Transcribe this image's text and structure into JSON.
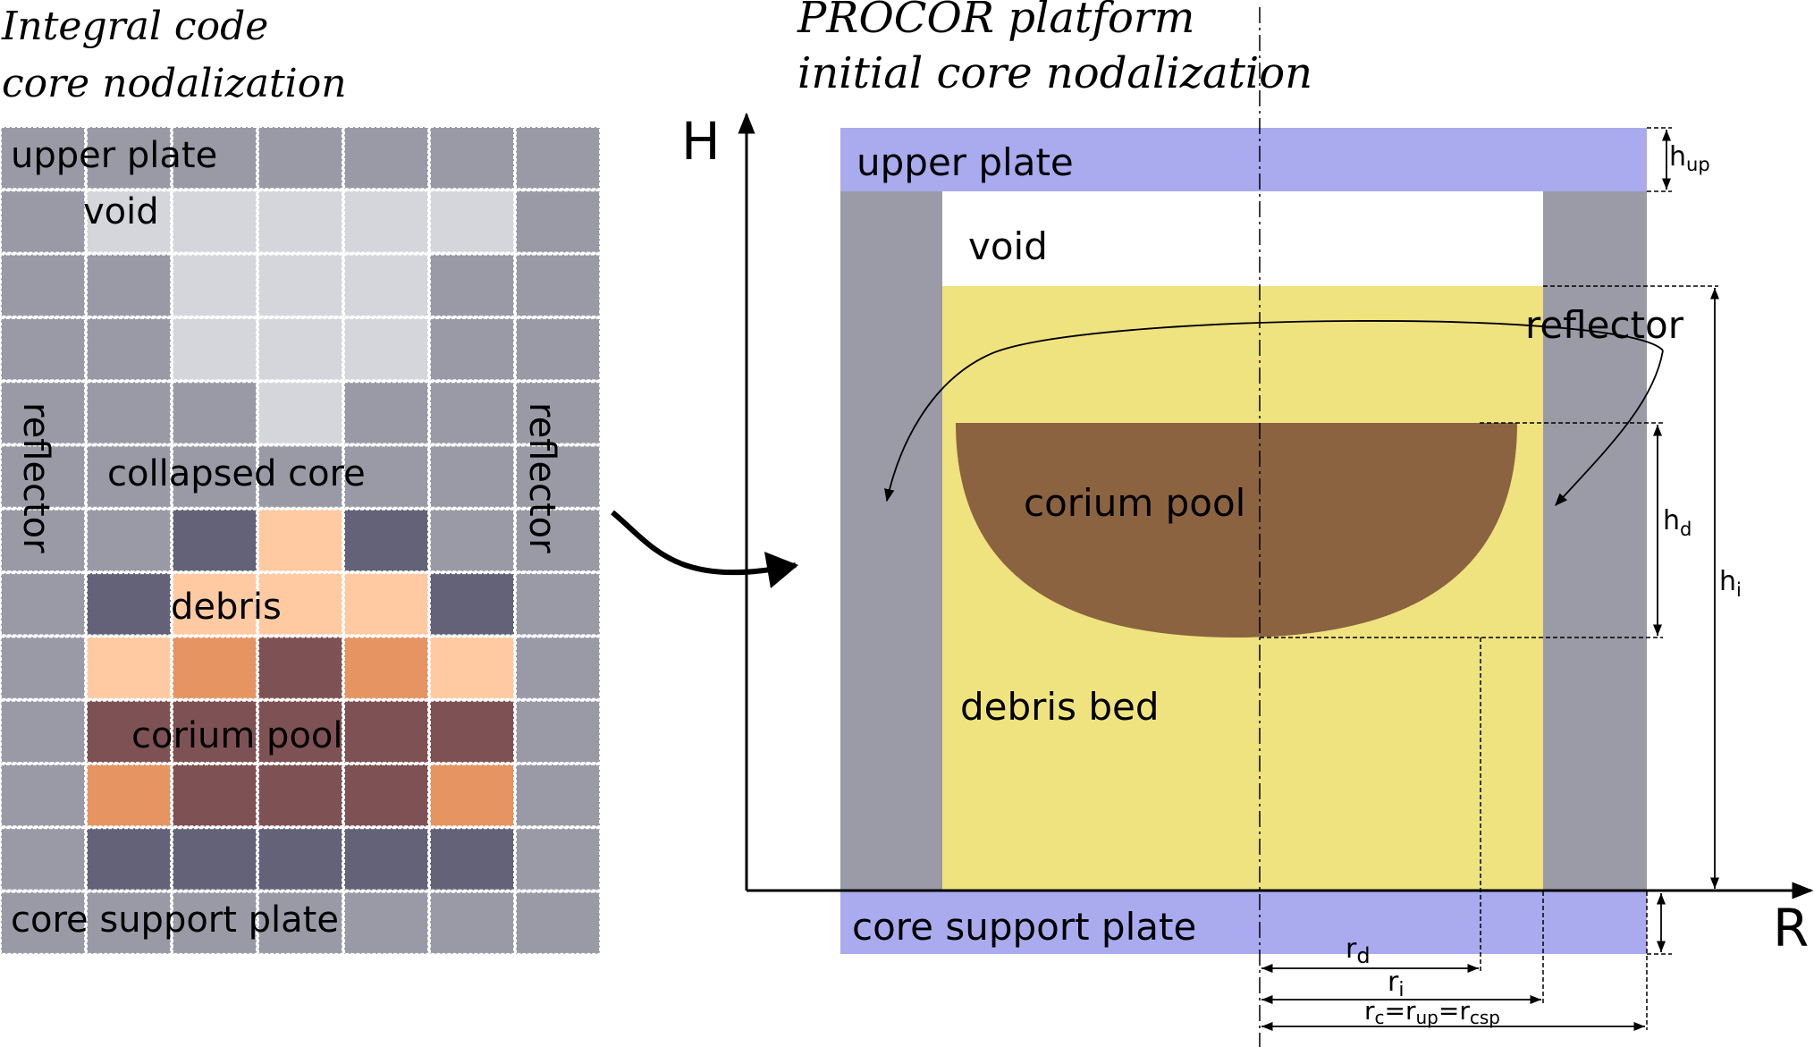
{
  "left_panel": {
    "title_line1": "Integral code",
    "title_line2": "core nodalization",
    "labels": {
      "upper_plate": "upper plate",
      "void": "void",
      "reflector_left": "reflector",
      "reflector_right": "reflector",
      "collapsed_core": "collapsed core",
      "debris": "debris",
      "corium_pool": "corium pool",
      "core_support_plate": "core support plate"
    },
    "cell_colors": {
      "R": "#999aa6",
      "V": "#d5d6dc",
      "N": "#636278",
      "P": "#ffcaa2",
      "O": "#e59462",
      "B": "#7e5254"
    },
    "grid": [
      "RRRRRRR",
      "RVVVVVR",
      "RRVVVRR",
      "RRVVVRR",
      "RRRVRRR",
      "RRRRRRR",
      "RRNPNRR",
      "RNPPPNR",
      "RPOBOPR",
      "RBBBBBR",
      "ROBBBOR",
      "RNNNNNR",
      "RRRRRRR"
    ]
  },
  "right_panel": {
    "title_line1": "PROCOR platform",
    "title_line2": "initial core nodalization",
    "axis": {
      "h_label": "H",
      "r_label": "R"
    },
    "labels": {
      "upper_plate": "upper plate",
      "void": "void",
      "reflector": "reflector",
      "corium_pool": "corium pool",
      "debris_bed": "debris bed",
      "core_support_plate": "core support plate"
    },
    "dimensions": {
      "h_up_main": "h",
      "h_up_sub": "up",
      "h_d_main": "h",
      "h_d_sub": "d",
      "h_i_main": "h",
      "h_i_sub": "i",
      "r_d_main": "r",
      "r_d_sub": "d",
      "r_i_main": "r",
      "r_i_sub": "i",
      "r_c_1": "r",
      "r_c_1_sub": "c",
      "r_c_eq1": "=r",
      "r_c_2_sub": "up",
      "r_c_eq2": "=r",
      "r_c_3_sub": "csp"
    },
    "colors": {
      "plate": "#a9abee",
      "reflector": "#9a9ba7",
      "debris_bed": "#efe37f",
      "corium_pool": "#8b6340",
      "void": "#ffffff"
    }
  }
}
